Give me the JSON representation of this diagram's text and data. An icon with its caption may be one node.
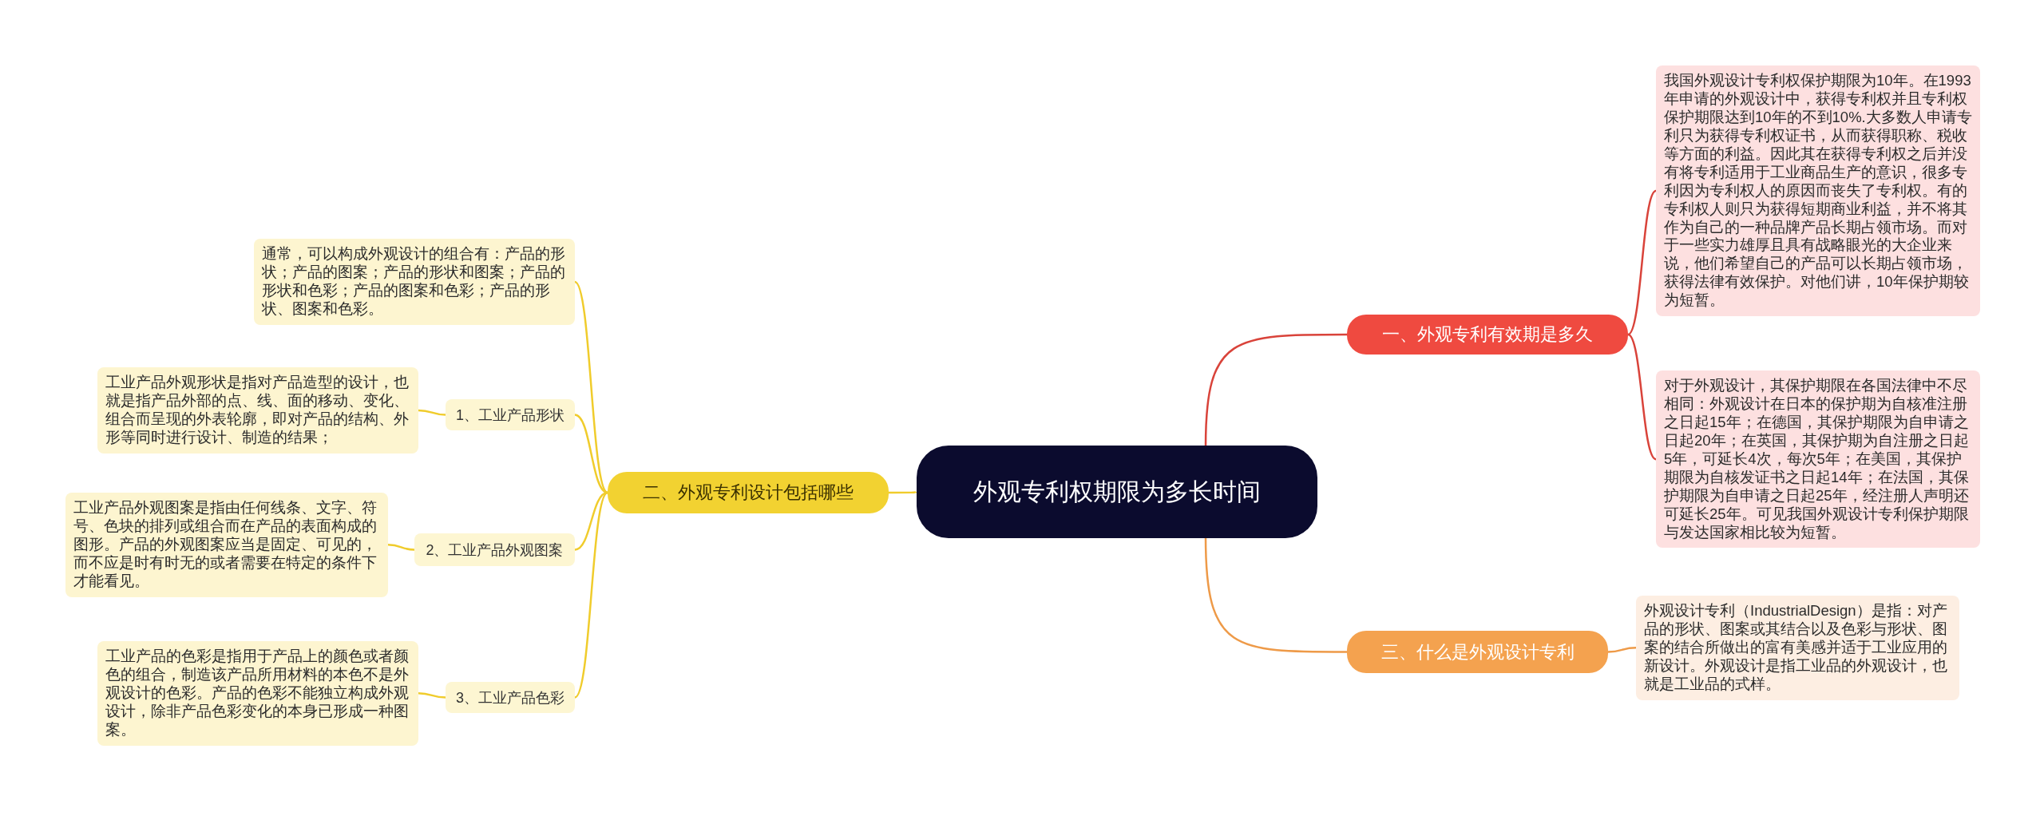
{
  "diagram": {
    "nodes": [
      {
        "text": [
          "外观专利权期限为多长时间"
        ]
      },
      {
        "text": [
          "一、外观专利有效期是多久"
        ]
      },
      {
        "text": [
          "我国外观设计专利权保护期限为10年。在1993年申请的外观设计中，获得专利权并且专利权保护期限达到10年的不到10%.大多数人申请专利只为获得专利权证书，从而获得职称、税收等方面的利益。因此其在获得专利权之后并没有将专利适用于工业商品生产的意识，很多专利因为专利权人的原因而丧失了专利权。有的专利权人则只为获得短期商业利益，并不将其作为自己的一种品牌产品长期占领市场。而对于一些实力雄厚且具有战略眼光的大企业来说，他们希望自己的产品可以长期占领市场，获得法律有效保护。对他们讲，10年保护期较为短暂。"
        ]
      },
      {
        "text": [
          "对于外观设计，其保护期限在各国法律中不尽相同：外观设计在日本的保护期为自核准注册之日起15年；在德国，其保护期限为自申请之日起20年；在英国，其保护期为自注册之日起5年，可延长4次，每次5年；在美国，其保护期限为自核发证书之日起14年；在法国，其保护期限为自申请之日起25年，经注册人声明还可延长25年。可见我国外观设计专利保护期限与发达国家相比较为短暂。"
        ]
      },
      {
        "text": [
          "二、外观专利设计包括哪些"
        ]
      },
      {
        "text": [
          "通常，可以构成外观设计的组合有：产品的形状；产品的图案；产品的形状和图案；产品的形状和色彩；产品的图案和色彩；产品的形状、图案和色彩。"
        ]
      },
      {
        "text": [
          "1、工业产品形状"
        ]
      },
      {
        "text": [
          "工业产品外观形状是指对产品造型的设计，也就是指产品外部的点、线、面的移动、变化、组合而呈现的外表轮廓，即对产品的结构、外形等同时进行设计、制造的结果；"
        ]
      },
      {
        "text": [
          "2、工业产品外观图案"
        ]
      },
      {
        "text": [
          "工业产品外观图案是指由任何线条、文字、符号、色块的排列或组合而在产品的表面构成的图形。产品的外观图案应当是固定、可见的，而不应是时有时无的或者需要在特定的条件下才能看见。"
        ]
      },
      {
        "text": [
          "3、工业产品色彩"
        ]
      },
      {
        "text": [
          "工业产品的色彩是指用于产品上的颜色或者颜色的组合，制造该产品所用材料的本色不是外观设计的色彩。产品的色彩不能独立构成外观设计，除非产品色彩变化的本身已形成一种图案。"
        ]
      },
      {
        "text": [
          "三、什么是外观设计专利"
        ]
      },
      {
        "text": [
          "外观设计专利（IndustrialDesign）是指：对产品的形状、图案或其结合以及色彩与形状、图案的结合所做出的富有美感并适于工业应用的新设计。外观设计是指工业品的外观设计，也就是工业品的式样。"
        ]
      }
    ],
    "edges": [
      {
        "from": 0,
        "to": 1,
        "arrow": "none",
        "color": "#d9433a"
      },
      {
        "from": 1,
        "to": 2,
        "arrow": "none",
        "color": "#d9433a"
      },
      {
        "from": 1,
        "to": 3,
        "arrow": "none",
        "color": "#d9433a"
      },
      {
        "from": 0,
        "to": 4,
        "arrow": "none"
      },
      {
        "from": 4,
        "to": 5,
        "arrow": "none"
      },
      {
        "from": 4,
        "to": 6,
        "arrow": "none"
      },
      {
        "from": 6,
        "to": 7,
        "arrow": "none"
      },
      {
        "from": 4,
        "to": 8,
        "arrow": "none"
      },
      {
        "from": 8,
        "to": 9,
        "arrow": "none"
      },
      {
        "from": 4,
        "to": 10,
        "arrow": "none"
      },
      {
        "from": 10,
        "to": 11,
        "arrow": "none"
      },
      {
        "from": 0,
        "to": 12,
        "arrow": "none",
        "color": "#ee9a48"
      },
      {
        "from": 12,
        "to": 13,
        "arrow": "none",
        "color": "#ee9a48"
      }
    ]
  }
}
